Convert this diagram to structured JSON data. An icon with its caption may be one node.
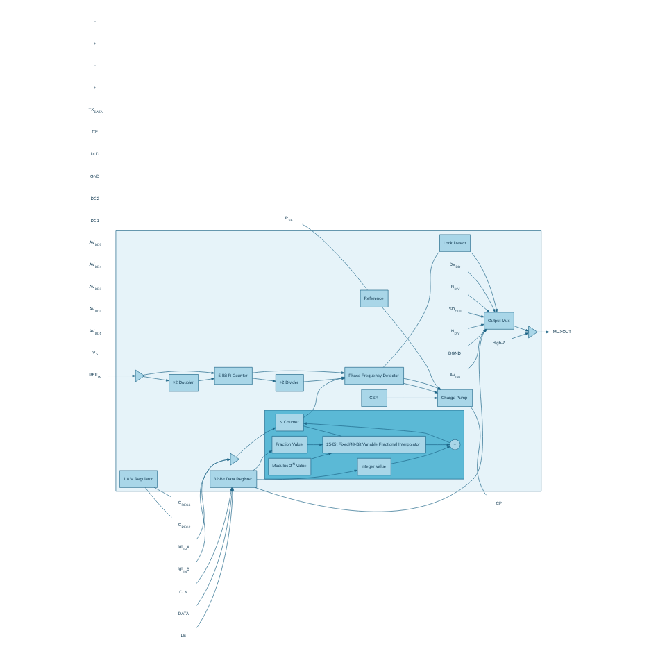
{
  "diagram": {
    "nodes": [
      {
        "text": [],
        "shape": "box"
      },
      {
        "text": [],
        "shape": "triangle",
        "in": 0
      },
      {
        "text": [
          "×2 Doubler"
        ],
        "in": 0
      },
      {
        "text": [
          "5-Bit R Counter"
        ],
        "in": 0
      },
      {
        "text": [
          "÷2 Divider"
        ],
        "in": 0
      },
      {
        "text": [
          "Phase Frequency Detector"
        ],
        "in": 0
      },
      {
        "text": [
          "Reference"
        ],
        "in": 0
      },
      {
        "text": [
          "Charge Pump"
        ],
        "in": 0
      },
      {
        "text": [
          "CSR"
        ],
        "in": 0
      },
      {
        "text": [
          "Output Mux"
        ],
        "in": 0
      },
      {
        "text": [],
        "shape": "triangle",
        "in": 0
      },
      {
        "text": [
          "Lock Detect"
        ],
        "in": 0
      },
      {
        "text": [],
        "shape": "box",
        "in": 0
      },
      {
        "text": [
          "N Counter"
        ],
        "in": 12
      },
      {
        "text": [
          "25-Bit Fixed/49-Bit Variable Fractional Interpolator"
        ],
        "in": 12
      },
      {
        "text": [
          "+"
        ],
        "in": 12
      },
      {
        "text": [
          "Fraction Value"
        ],
        "in": 12
      },
      {
        "text": [
          "Modulus 2$^{N}$ Value"
        ],
        "in": 12
      },
      {
        "text": [
          "Integer Value"
        ],
        "in": 12
      },
      {
        "text": [],
        "shape": "triangle",
        "in": 0
      },
      {
        "text": [
          "32-Bit Data Register"
        ],
        "in": 0
      },
      {
        "text": [
          "1.8 V Regulator"
        ],
        "in": 0
      },
      {
        "text": [
          "V$_{P}$"
        ]
      },
      {
        "text": [
          "AV$_{DD1}$"
        ]
      },
      {
        "text": [
          "AV$_{DD2}$"
        ]
      },
      {
        "text": [
          "AV$_{DD3}$"
        ]
      },
      {
        "text": [
          "AV$_{DD4}$"
        ]
      },
      {
        "text": [
          "AV$_{DD5}$"
        ]
      },
      {
        "text": [
          "R$_{SET}$"
        ]
      },
      {
        "text": [
          "REF$_{IN}$"
        ]
      },
      {
        "text": [
          "CP"
        ]
      },
      {
        "text": [
          "DC1"
        ]
      },
      {
        "text": [
          "DC2"
        ]
      },
      {
        "text": [
          "RF$_{IN}$A"
        ]
      },
      {
        "text": [
          "RF$_{IN}$B"
        ]
      },
      {
        "text": [
          "C$_{REG1}$"
        ]
      },
      {
        "text": [
          "C$_{REG2}$"
        ]
      },
      {
        "text": [
          "GND"
        ]
      },
      {
        "text": [
          "MUXOUT"
        ]
      },
      {
        "text": [
          "DLD"
        ]
      },
      {
        "text": [
          "CE"
        ]
      },
      {
        "text": [
          "TX$_{DATA}$"
        ]
      },
      {
        "text": [
          "CLK"
        ]
      },
      {
        "text": [
          "DATA"
        ]
      },
      {
        "text": [
          "LE"
        ]
      },
      {
        "text": [
          "N$_{DIV}$"
        ],
        "in": 0
      },
      {
        "text": [
          "DGND"
        ],
        "in": 0
      },
      {
        "text": [
          "AV$_{DD}$"
        ],
        "in": 0
      },
      {
        "text": [
          "DV$_{DD}$"
        ],
        "in": 0
      },
      {
        "text": [
          "R$_{DIV}$"
        ],
        "in": 0
      },
      {
        "text": [
          "SD$_{OUT}$"
        ],
        "in": 0
      },
      {
        "text": [
          "High-Z"
        ],
        "in": 0
      }
    ],
    "edges": [
      {
        "from": 29,
        "to": 1,
        "arrow": "to"
      },
      {
        "from": 1,
        "to": 2,
        "arrow": "to"
      },
      {
        "from": 1,
        "to": 3,
        "arrow": "to"
      },
      {
        "from": 2,
        "to": 3,
        "arrow": "to"
      },
      {
        "from": 3,
        "to": 4,
        "arrow": "to"
      },
      {
        "from": 3,
        "to": 5,
        "arrow": "to"
      },
      {
        "from": 4,
        "to": 5,
        "arrow": "to"
      },
      {
        "from": 28,
        "to": 6,
        "arrow": "none"
      },
      {
        "from": 6,
        "to": 7,
        "arrow": "to"
      },
      {
        "from": 5,
        "to": 7,
        "arrow": "to"
      },
      {
        "from": 5,
        "to": 7,
        "arrow": "to"
      },
      {
        "from": 7,
        "to": 30,
        "arrow": "none"
      },
      {
        "from": 8,
        "to": 7,
        "arrow": "to"
      },
      {
        "from": 5,
        "to": 11,
        "arrow": "none"
      },
      {
        "from": 45,
        "to": 9,
        "arrow": "to"
      },
      {
        "from": 46,
        "to": 9,
        "arrow": "to"
      },
      {
        "from": 11,
        "to": 9,
        "arrow": "to"
      },
      {
        "from": 47,
        "to": 9,
        "arrow": "to"
      },
      {
        "from": 48,
        "to": 9,
        "arrow": "to"
      },
      {
        "from": 49,
        "to": 9,
        "arrow": "to"
      },
      {
        "from": 50,
        "to": 9,
        "arrow": "to"
      },
      {
        "from": 9,
        "to": 10,
        "arrow": "to"
      },
      {
        "from": 51,
        "to": 10,
        "arrow": "to"
      },
      {
        "from": 10,
        "to": 38,
        "arrow": "to"
      },
      {
        "from": 42,
        "to": 20,
        "arrow": "to"
      },
      {
        "from": 43,
        "to": 20,
        "arrow": "to"
      },
      {
        "from": 44,
        "to": 20,
        "arrow": "to"
      },
      {
        "from": 20,
        "to": 9,
        "arrow": "to"
      },
      {
        "from": 20,
        "to": 16,
        "arrow": "to"
      },
      {
        "from": 20,
        "to": 18,
        "arrow": "to"
      },
      {
        "from": 16,
        "to": 14,
        "arrow": "to"
      },
      {
        "from": 17,
        "to": 14,
        "arrow": "to"
      },
      {
        "from": 14,
        "to": 15,
        "arrow": "to"
      },
      {
        "from": 18,
        "to": 15,
        "arrow": "to"
      },
      {
        "from": 15,
        "to": 13,
        "arrow": "to"
      },
      {
        "from": 13,
        "to": 14,
        "arrow": "none"
      },
      {
        "from": 13,
        "to": 5,
        "arrow": "to"
      },
      {
        "from": 33,
        "to": 19,
        "arrow": "to"
      },
      {
        "from": 34,
        "to": 19,
        "arrow": "to"
      },
      {
        "from": 19,
        "to": 13,
        "arrow": "to"
      },
      {
        "from": 21,
        "to": 35,
        "arrow": "none"
      },
      {
        "from": 21,
        "to": 36,
        "arrow": "none"
      }
    ],
    "labels": [
      "+",
      "−",
      "+",
      "−"
    ]
  }
}
